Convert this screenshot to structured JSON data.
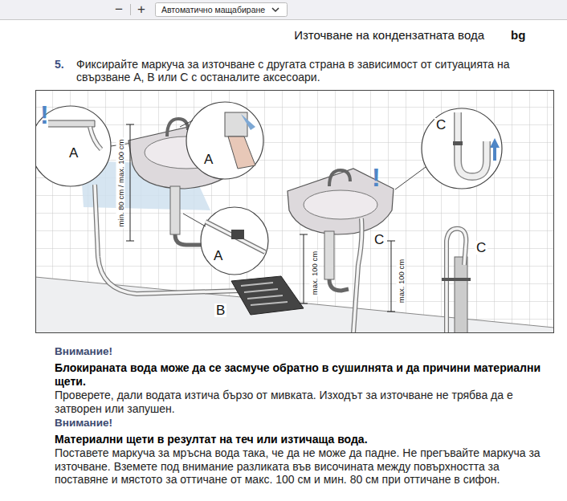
{
  "diagram": {
    "title": "Източване на кондензатната вода",
    "labels": [
      "−",
      "+",
      "Автоматично мащабиране",
      "bg",
      "5.",
      "Фиксирайте маркуча за източване с другата страна в зависимост от ситуацията на свързване A, B или C с останалите аксесоари.",
      "!",
      "A",
      "A",
      "min. 80 cm / max. 100 cm",
      "A",
      "B",
      "C",
      "!",
      "C",
      "max. 100 cm",
      "max. 100 cm",
      "C",
      "Внимание!",
      "Блокираната вода може да се засмуче обратно в сушилнята и да причини материални щети.",
      "Проверете, дали водата изтича бързо от мивката. Изходът за източване не трябва да е затворен или запушен.",
      "Внимание!",
      "Материални щети в резултат на теч или изтичаща вода.",
      "Поставете маркуча за мръсна вода така, че да не може да падне. Не прегъвайте маркуча за източване. Вземете под внимание разликата във височината между повърхността за поставяне и мястото за оттичане от макс. 100 см и мин. 80 см при оттичане в сифон."
    ]
  }
}
